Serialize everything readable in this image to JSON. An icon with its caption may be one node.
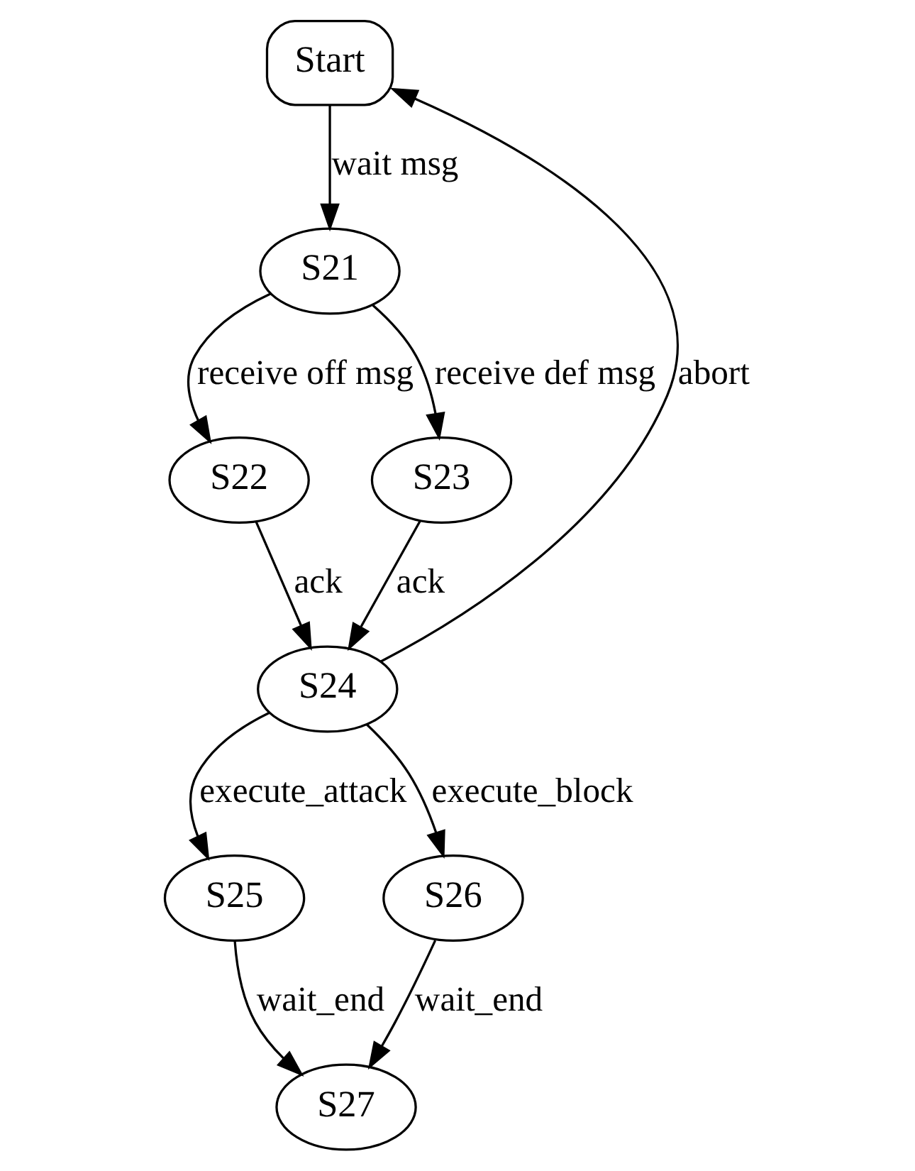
{
  "diagram": {
    "nodes": [
      {
        "text": [
          "Start"
        ]
      },
      {
        "text": [
          "S21"
        ]
      },
      {
        "text": [
          "S22"
        ]
      },
      {
        "text": [
          "S23"
        ]
      },
      {
        "text": [
          "S24"
        ]
      },
      {
        "text": [
          "S25"
        ]
      },
      {
        "text": [
          "S26"
        ]
      },
      {
        "text": [
          "S27"
        ]
      }
    ],
    "edges": [
      {
        "from": 0,
        "to": 1,
        "arrow": "to",
        "label": "wait msg"
      },
      {
        "from": 1,
        "to": 2,
        "arrow": "to",
        "label": "receive off msg"
      },
      {
        "from": 1,
        "to": 3,
        "arrow": "to",
        "label": "receive def msg"
      },
      {
        "from": 2,
        "to": 4,
        "arrow": "to",
        "label": "ack"
      },
      {
        "from": 3,
        "to": 4,
        "arrow": "to",
        "label": "ack"
      },
      {
        "from": 4,
        "to": 0,
        "arrow": "to",
        "label": "abort"
      },
      {
        "from": 4,
        "to": 5,
        "arrow": "to",
        "label": "execute_attack"
      },
      {
        "from": 4,
        "to": 6,
        "arrow": "to",
        "label": "execute_block"
      },
      {
        "from": 5,
        "to": 7,
        "arrow": "to",
        "label": "wait_end"
      },
      {
        "from": 6,
        "to": 7,
        "arrow": "to",
        "label": "wait_end"
      }
    ]
  }
}
